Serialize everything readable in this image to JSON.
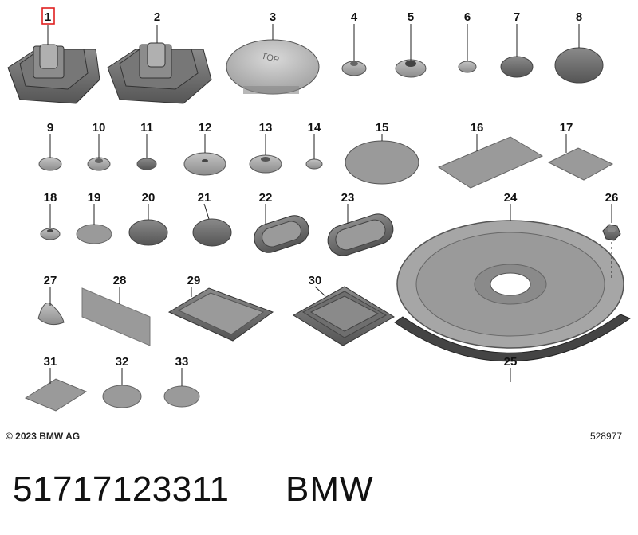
{
  "diagram": {
    "highlight_color": "#e02020",
    "part_fill": "#9a9a9a",
    "part_stroke": "#444444",
    "callouts": [
      {
        "id": "1",
        "label": "1",
        "highlighted": true
      },
      {
        "id": "2",
        "label": "2"
      },
      {
        "id": "3",
        "label": "3"
      },
      {
        "id": "4",
        "label": "4"
      },
      {
        "id": "5",
        "label": "5"
      },
      {
        "id": "6",
        "label": "6"
      },
      {
        "id": "7",
        "label": "7"
      },
      {
        "id": "8",
        "label": "8"
      },
      {
        "id": "9",
        "label": "9"
      },
      {
        "id": "10",
        "label": "10"
      },
      {
        "id": "11",
        "label": "11"
      },
      {
        "id": "12",
        "label": "12"
      },
      {
        "id": "13",
        "label": "13"
      },
      {
        "id": "14",
        "label": "14"
      },
      {
        "id": "15",
        "label": "15"
      },
      {
        "id": "16",
        "label": "16"
      },
      {
        "id": "17",
        "label": "17"
      },
      {
        "id": "18",
        "label": "18"
      },
      {
        "id": "19",
        "label": "19"
      },
      {
        "id": "20",
        "label": "20"
      },
      {
        "id": "21",
        "label": "21"
      },
      {
        "id": "22",
        "label": "22"
      },
      {
        "id": "23",
        "label": "23"
      },
      {
        "id": "24",
        "label": "24"
      },
      {
        "id": "25",
        "label": "25"
      },
      {
        "id": "26",
        "label": "26"
      },
      {
        "id": "27",
        "label": "27"
      },
      {
        "id": "28",
        "label": "28"
      },
      {
        "id": "29",
        "label": "29"
      },
      {
        "id": "30",
        "label": "30"
      },
      {
        "id": "31",
        "label": "31"
      },
      {
        "id": "32",
        "label": "32"
      },
      {
        "id": "33",
        "label": "33"
      }
    ],
    "cap_text": "TOP"
  },
  "footer": {
    "copyright": "© 2023 BMW AG",
    "image_id": "528977"
  },
  "caption": {
    "part_number": "51717123311",
    "brand": "BMW"
  }
}
